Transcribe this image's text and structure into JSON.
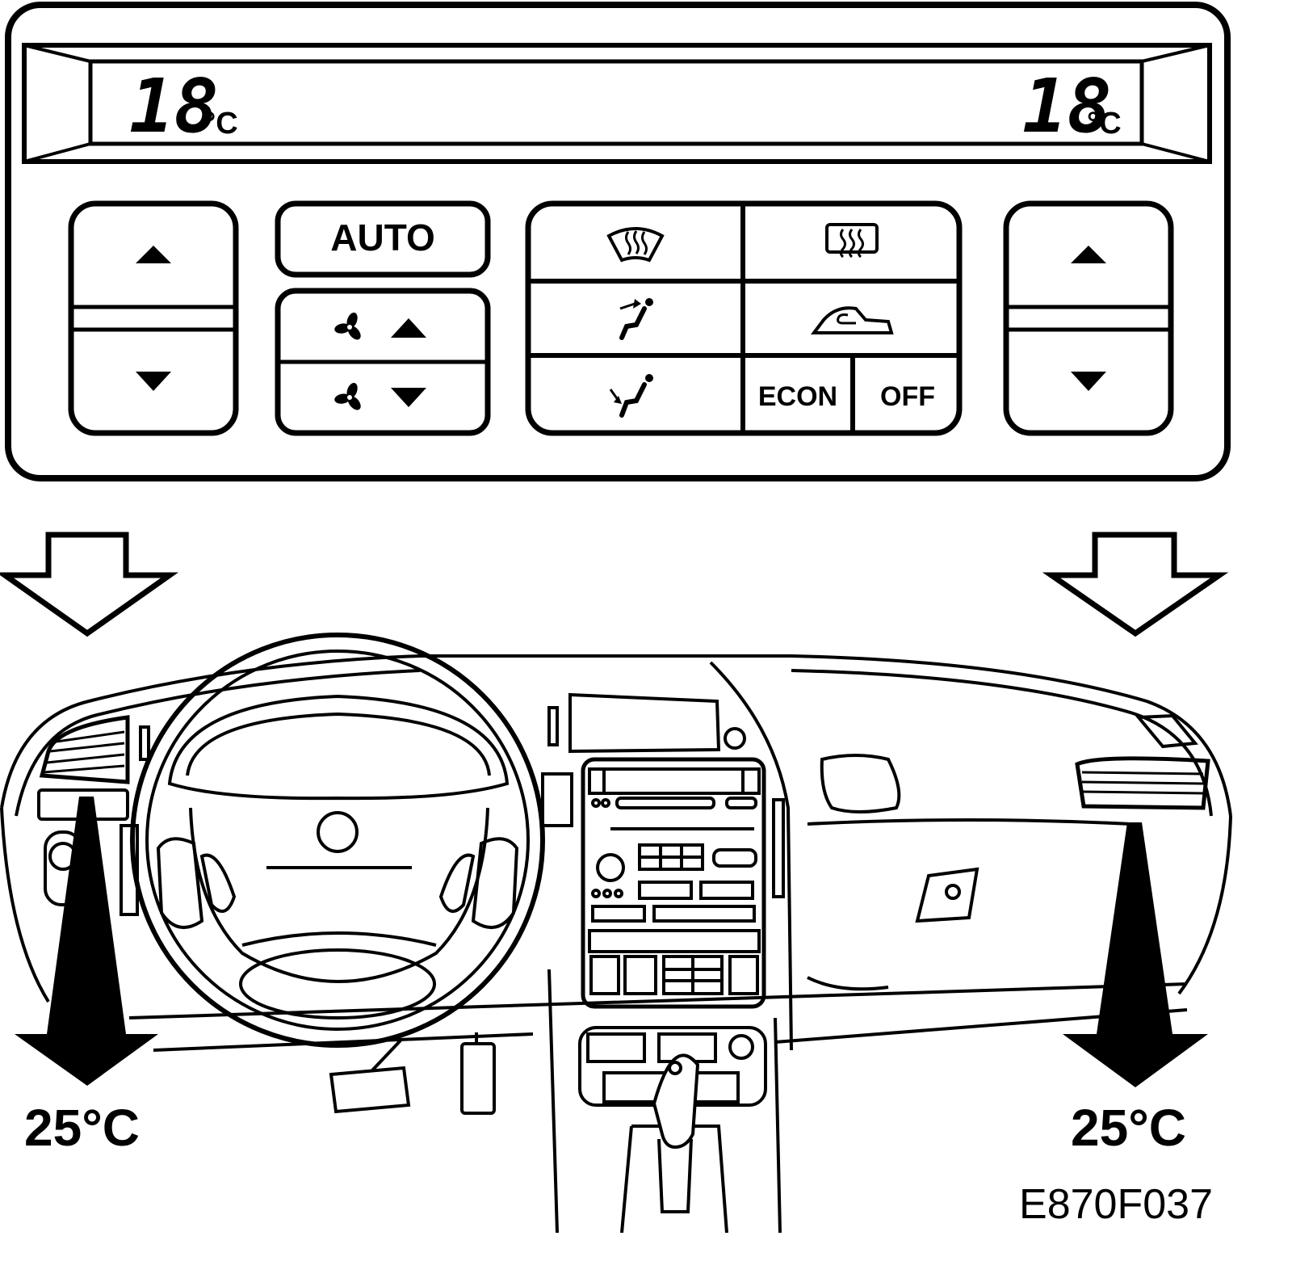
{
  "panel": {
    "display": {
      "left_temp": "18",
      "left_unit": "°C",
      "right_temp": "18",
      "right_unit": "°C"
    },
    "buttons": {
      "auto_label": "AUTO",
      "econ_label": "ECON",
      "off_label": "OFF"
    }
  },
  "outputs": {
    "left_temp": "25°C",
    "right_temp": "25°C"
  },
  "figure_id": "E870F037",
  "icons": [
    "up-arrow-icon",
    "down-arrow-icon",
    "fan-icon",
    "front-defrost-icon",
    "rear-defrost-icon",
    "vent-mode-icon",
    "floor-mode-icon",
    "recirculation-icon"
  ]
}
